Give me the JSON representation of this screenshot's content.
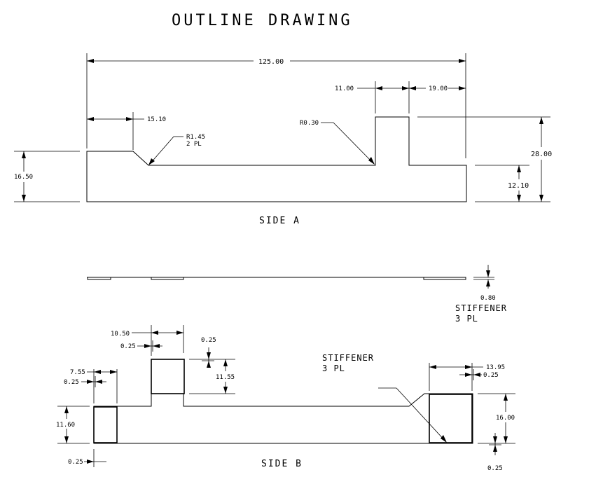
{
  "title": "OUTLINE DRAWING",
  "side_a": {
    "label": "SIDE A",
    "dims": {
      "overall_length": "125.00",
      "left_step": "15.10",
      "radius_1": "R1.45",
      "radius_1_note": "2 PL",
      "radius_2": "R0.30",
      "tab_width": "11.00",
      "tab_right": "19.00",
      "overall_height": "28.00",
      "left_height": "16.50",
      "right_height": "12.10"
    }
  },
  "stiffener_view": {
    "thickness": "0.80",
    "label": "STIFFENER",
    "label_note": "3 PL"
  },
  "side_b": {
    "label": "SIDE B",
    "stiffener_label": "STIFFENER",
    "stiffener_note": "3 PL",
    "dims": {
      "top_tab_width": "10.50",
      "top_tab_offset": "0.25",
      "top_tab_gap": "0.25",
      "top_tab_height": "11.55",
      "left_tab_width": "7.55",
      "left_tab_offset": "0.25",
      "left_height": "11.60",
      "bottom_left_offset": "0.25",
      "right_tab_width": "13.95",
      "right_tab_offset": "0.25",
      "right_height": "16.00",
      "bottom_right_offset": "0.25"
    }
  }
}
